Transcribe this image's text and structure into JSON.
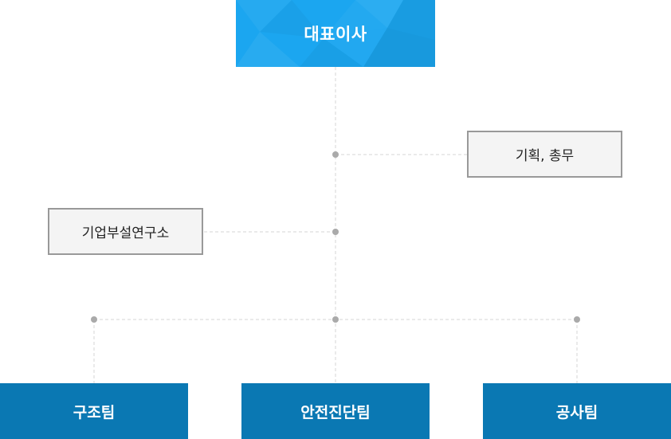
{
  "ceo": {
    "label": "대표이사"
  },
  "planning": {
    "label": "기획, 총무"
  },
  "research": {
    "label": "기업부설연구소"
  },
  "teams": {
    "structure": "구조팀",
    "safety": "안전진단팀",
    "construction": "공사팀"
  },
  "colors": {
    "ceo_bg": "#1ba6f0",
    "ceo_text": "#ffffff",
    "staff_bg": "#f4f4f4",
    "staff_border": "#999999",
    "staff_text": "#222222",
    "team_bg": "#0a78b3",
    "team_text": "#ffffff",
    "connector": "#d6d6d6",
    "junction_dot": "#aaaaaa"
  }
}
